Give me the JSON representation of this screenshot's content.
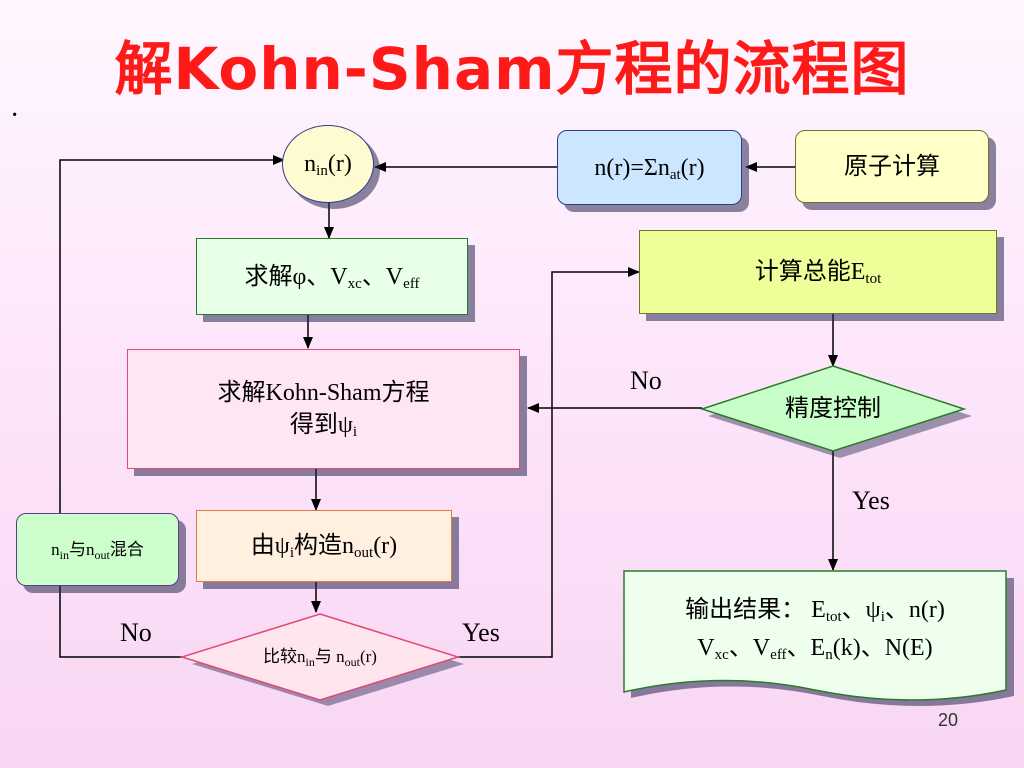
{
  "title": "解Kohn-Sham方程的流程图",
  "bullet": "·",
  "page_number": "20",
  "colors": {
    "title": "#ff1a1a",
    "nin_circle": "#fffbd0",
    "density_box": "#cce6ff",
    "atom_box": "#ffffc8",
    "solve_box": "#e8ffe8",
    "ks_box": "#ffe6f5",
    "nout_box": "#fff0e0",
    "mix_box": "#ccffcc",
    "compare_diamond": "#ffe6ee",
    "energy_box": "#eeff99",
    "precision_diamond": "#c8ffc8",
    "output_box": "#eeffee"
  },
  "nodes": {
    "nin": {
      "main": "n",
      "sub": "in",
      "tail": "(r)"
    },
    "density": {
      "main": "n(r)=Σn",
      "sub": "at",
      "tail": "(r)"
    },
    "atom": {
      "text": "原子计算"
    },
    "solve": {
      "pre": "求解φ、V",
      "sub1": "xc",
      "mid": "、V",
      "sub2": "eff"
    },
    "ks": {
      "line1": "求解Kohn-Sham方程",
      "line2_pre": "得到ψ",
      "line2_sub": "i"
    },
    "nout": {
      "pre": "由ψ",
      "sub1": "i",
      "mid": "构造n",
      "sub2": "out",
      "tail": "(r)"
    },
    "mix": {
      "p1": "n",
      "s1": "in",
      "p2": "与n",
      "s2": "out",
      "p3": "混合"
    },
    "compare": {
      "p1": "比较n",
      "s1": "in",
      "p2": "与 n",
      "s2": "out",
      "p3": "(r)"
    },
    "energy": {
      "pre": "计算总能E",
      "sub": "tot"
    },
    "precision": {
      "text": "精度控制"
    },
    "output": {
      "l1_pre": "输出结果： E",
      "l1_s1": "tot",
      "l1_mid": "、ψ",
      "l1_s2": "i",
      "l1_tail": "、n(r)",
      "l2_p1": "V",
      "l2_s1": "xc",
      "l2_p2": "、V",
      "l2_s2": "eff",
      "l2_p3": "、E",
      "l2_s3": "n",
      "l2_p4": "(k)、N(E)"
    }
  },
  "labels": {
    "compare_no": "No",
    "compare_yes": "Yes",
    "precision_no": "No",
    "precision_yes": "Yes"
  }
}
